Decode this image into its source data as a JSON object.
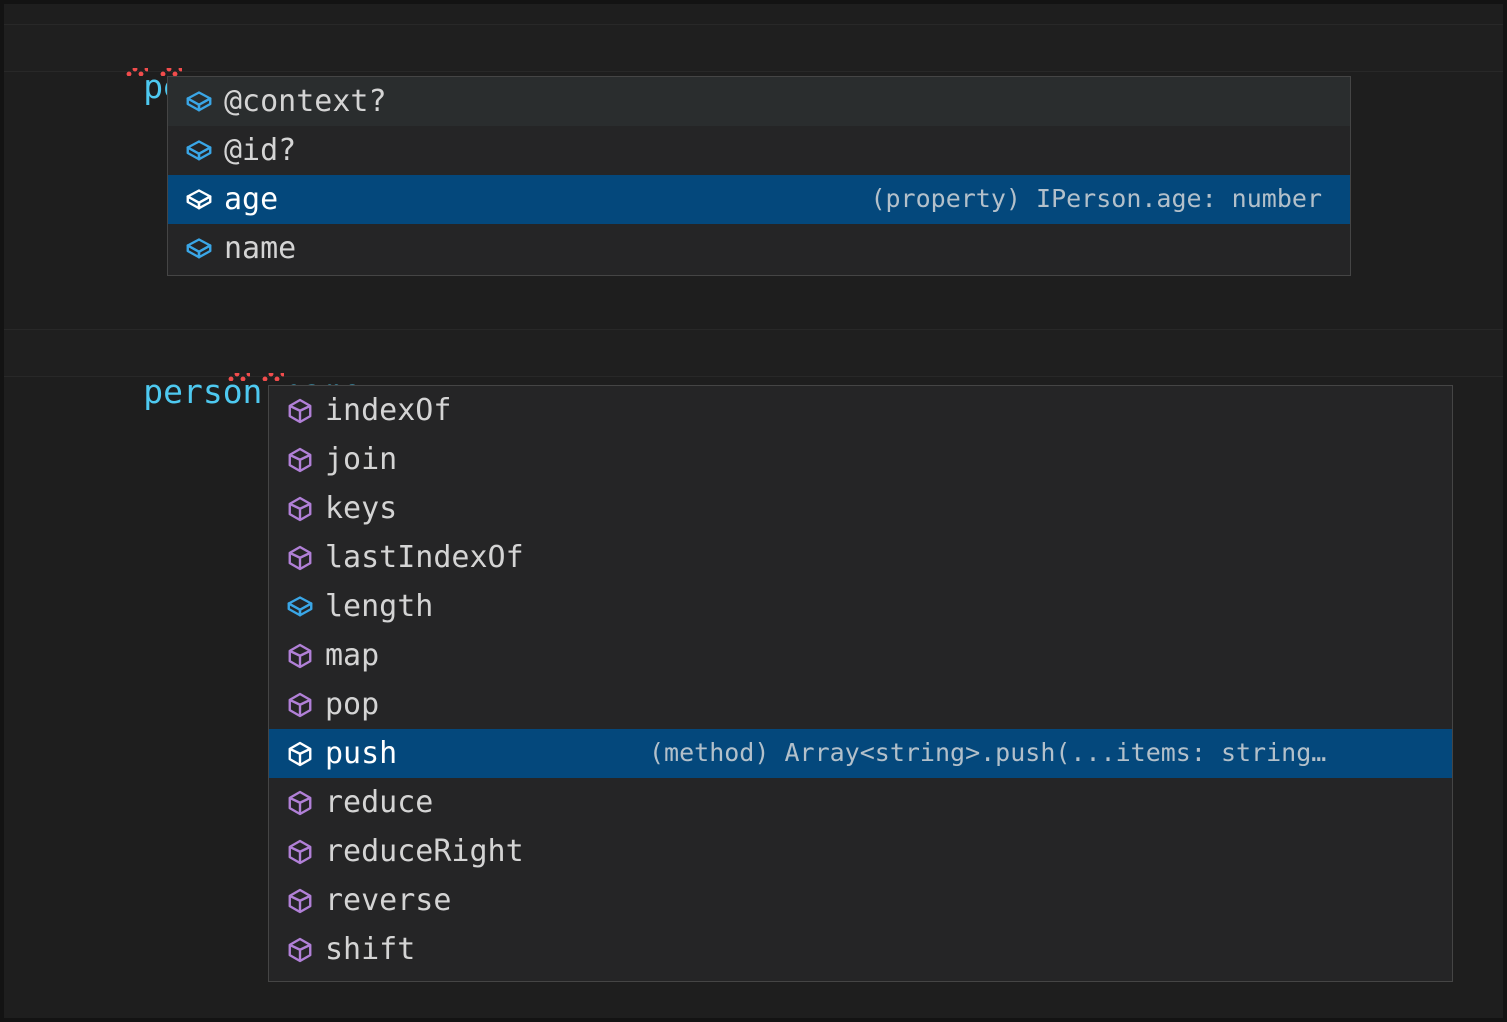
{
  "editor": {
    "theme_background": "#1e1e1e",
    "accent_selected": "#04487c",
    "identifier_color": "#4ec9f0",
    "lines": [
      {
        "text": "person.;",
        "tokens": [
          {
            "text": "person",
            "kind": "identifier"
          },
          {
            "text": ".;",
            "kind": "punctuation"
          }
        ],
        "has_error_squiggle": true
      },
      {
        "text": "person.name.;",
        "tokens": [
          {
            "text": "person",
            "kind": "identifier"
          },
          {
            "text": ".",
            "kind": "punctuation"
          },
          {
            "text": "name",
            "kind": "identifier"
          },
          {
            "text": ".;",
            "kind": "punctuation"
          }
        ],
        "has_error_squiggle": true
      }
    ]
  },
  "suggest_person": {
    "name": "person-member-suggestions",
    "items": [
      {
        "label": "@context?",
        "icon": "property-icon",
        "icon_color": "#3aa6e6",
        "state": "hover",
        "detail": ""
      },
      {
        "label": "@id?",
        "icon": "property-icon",
        "icon_color": "#3aa6e6",
        "state": "normal",
        "detail": ""
      },
      {
        "label": "age",
        "icon": "property-icon",
        "icon_color": "#ffffff",
        "state": "selected",
        "detail": "(property) IPerson.age: number"
      },
      {
        "label": "name",
        "icon": "property-icon",
        "icon_color": "#3aa6e6",
        "state": "normal",
        "detail": ""
      }
    ]
  },
  "suggest_name": {
    "name": "name-member-suggestions",
    "items": [
      {
        "label": "indexOf",
        "icon": "method-icon",
        "icon_color": "#b180d7",
        "state": "normal",
        "detail": ""
      },
      {
        "label": "join",
        "icon": "method-icon",
        "icon_color": "#b180d7",
        "state": "normal",
        "detail": ""
      },
      {
        "label": "keys",
        "icon": "method-icon",
        "icon_color": "#b180d7",
        "state": "normal",
        "detail": ""
      },
      {
        "label": "lastIndexOf",
        "icon": "method-icon",
        "icon_color": "#b180d7",
        "state": "normal",
        "detail": ""
      },
      {
        "label": "length",
        "icon": "property-icon",
        "icon_color": "#3aa6e6",
        "state": "normal",
        "detail": ""
      },
      {
        "label": "map",
        "icon": "method-icon",
        "icon_color": "#b180d7",
        "state": "normal",
        "detail": ""
      },
      {
        "label": "pop",
        "icon": "method-icon",
        "icon_color": "#b180d7",
        "state": "normal",
        "detail": ""
      },
      {
        "label": "push",
        "icon": "method-icon",
        "icon_color": "#ffffff",
        "state": "selected",
        "detail": "(method) Array<string>.push(...items: string…"
      },
      {
        "label": "reduce",
        "icon": "method-icon",
        "icon_color": "#b180d7",
        "state": "normal",
        "detail": ""
      },
      {
        "label": "reduceRight",
        "icon": "method-icon",
        "icon_color": "#b180d7",
        "state": "normal",
        "detail": ""
      },
      {
        "label": "reverse",
        "icon": "method-icon",
        "icon_color": "#b180d7",
        "state": "normal",
        "detail": ""
      },
      {
        "label": "shift",
        "icon": "method-icon",
        "icon_color": "#b180d7",
        "state": "normal",
        "detail": ""
      }
    ]
  }
}
